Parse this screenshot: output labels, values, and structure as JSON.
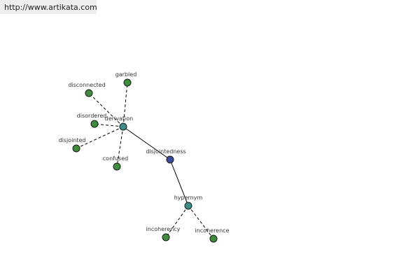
{
  "header": {
    "url": "http://www.artikata.com"
  },
  "colors": {
    "center_node": "#3b4a9a",
    "relation_node": "#3d8e8a",
    "word_node": "#3f8c3f",
    "edge": "#000000",
    "label": "#333333"
  },
  "graph": {
    "nodes": [
      {
        "id": "disjointedness",
        "label": "disjointedness",
        "kind": "center"
      },
      {
        "id": "derivation",
        "label": "derivation",
        "kind": "relation"
      },
      {
        "id": "hypernym",
        "label": "hypernym",
        "kind": "relation"
      },
      {
        "id": "garbled",
        "label": "garbled",
        "kind": "word"
      },
      {
        "id": "disconnected",
        "label": "disconnected",
        "kind": "word"
      },
      {
        "id": "disordered",
        "label": "disordered",
        "kind": "word"
      },
      {
        "id": "disjointed",
        "label": "disjointed",
        "kind": "word"
      },
      {
        "id": "confused",
        "label": "confused",
        "kind": "word"
      },
      {
        "id": "incoherency",
        "label": "incoherency",
        "kind": "word"
      },
      {
        "id": "incoherence",
        "label": "incoherence",
        "kind": "word"
      }
    ],
    "edges": [
      {
        "from": "disjointedness",
        "to": "derivation",
        "style": "solid"
      },
      {
        "from": "disjointedness",
        "to": "hypernym",
        "style": "solid"
      },
      {
        "from": "derivation",
        "to": "garbled",
        "style": "dashed"
      },
      {
        "from": "derivation",
        "to": "disconnected",
        "style": "dashed"
      },
      {
        "from": "derivation",
        "to": "disordered",
        "style": "dashed"
      },
      {
        "from": "derivation",
        "to": "disjointed",
        "style": "dashed"
      },
      {
        "from": "derivation",
        "to": "confused",
        "style": "dashed"
      },
      {
        "from": "hypernym",
        "to": "incoherency",
        "style": "dashed"
      },
      {
        "from": "hypernym",
        "to": "incoherence",
        "style": "dashed"
      }
    ]
  }
}
